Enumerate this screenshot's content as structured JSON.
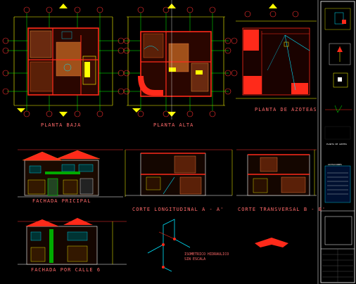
{
  "drawing": {
    "labels": {
      "planta_baja": "PLANTA BAJA",
      "planta_alta": "PLANTA ALTA",
      "planta_azoteas": "PLANTA DE AZOTEAS",
      "fachada_principal": "FACHADA PRICIPAL",
      "corte_longitudinal": "CORTE LONGITUDINAL A - A'",
      "corte_transversal": "CORTE TRANSVERSAL B - B'",
      "fachada_calle": "FACHADA POR CALLE 6",
      "isometrico": "ISOMETRICO HIDRAULICO",
      "isometrico_sub": "SIN ESCALA"
    },
    "title_block": {
      "heading_1": "PLANTA DE AZOTEA",
      "heading_2": "ACOTACIONES"
    },
    "colors": {
      "background": "#000000",
      "wall": "#ff2a1a",
      "dimension": "#ffff00",
      "grid": "#00ff00",
      "axis": "#ff3030",
      "cyan": "#00e5ff",
      "label": "#ff6a6a",
      "frame": "#ffffff"
    }
  }
}
